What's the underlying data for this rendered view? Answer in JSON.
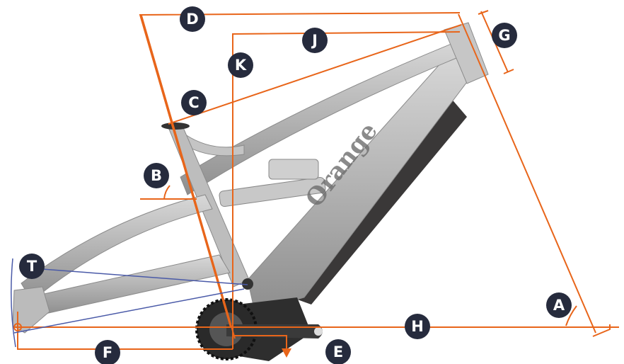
{
  "diagram": {
    "brand_text": "Orange",
    "labels": {
      "A": "A",
      "B": "B",
      "C": "C",
      "D": "D",
      "E": "E",
      "F": "F",
      "G": "G",
      "H": "H",
      "J": "J",
      "K": "K",
      "T": "T"
    },
    "colors": {
      "measure_line": "#e8651a",
      "axle_line": "#4a5aa8",
      "badge": "#262b3d",
      "frame": "#b9b9b9",
      "battery": "#3a3838"
    }
  }
}
